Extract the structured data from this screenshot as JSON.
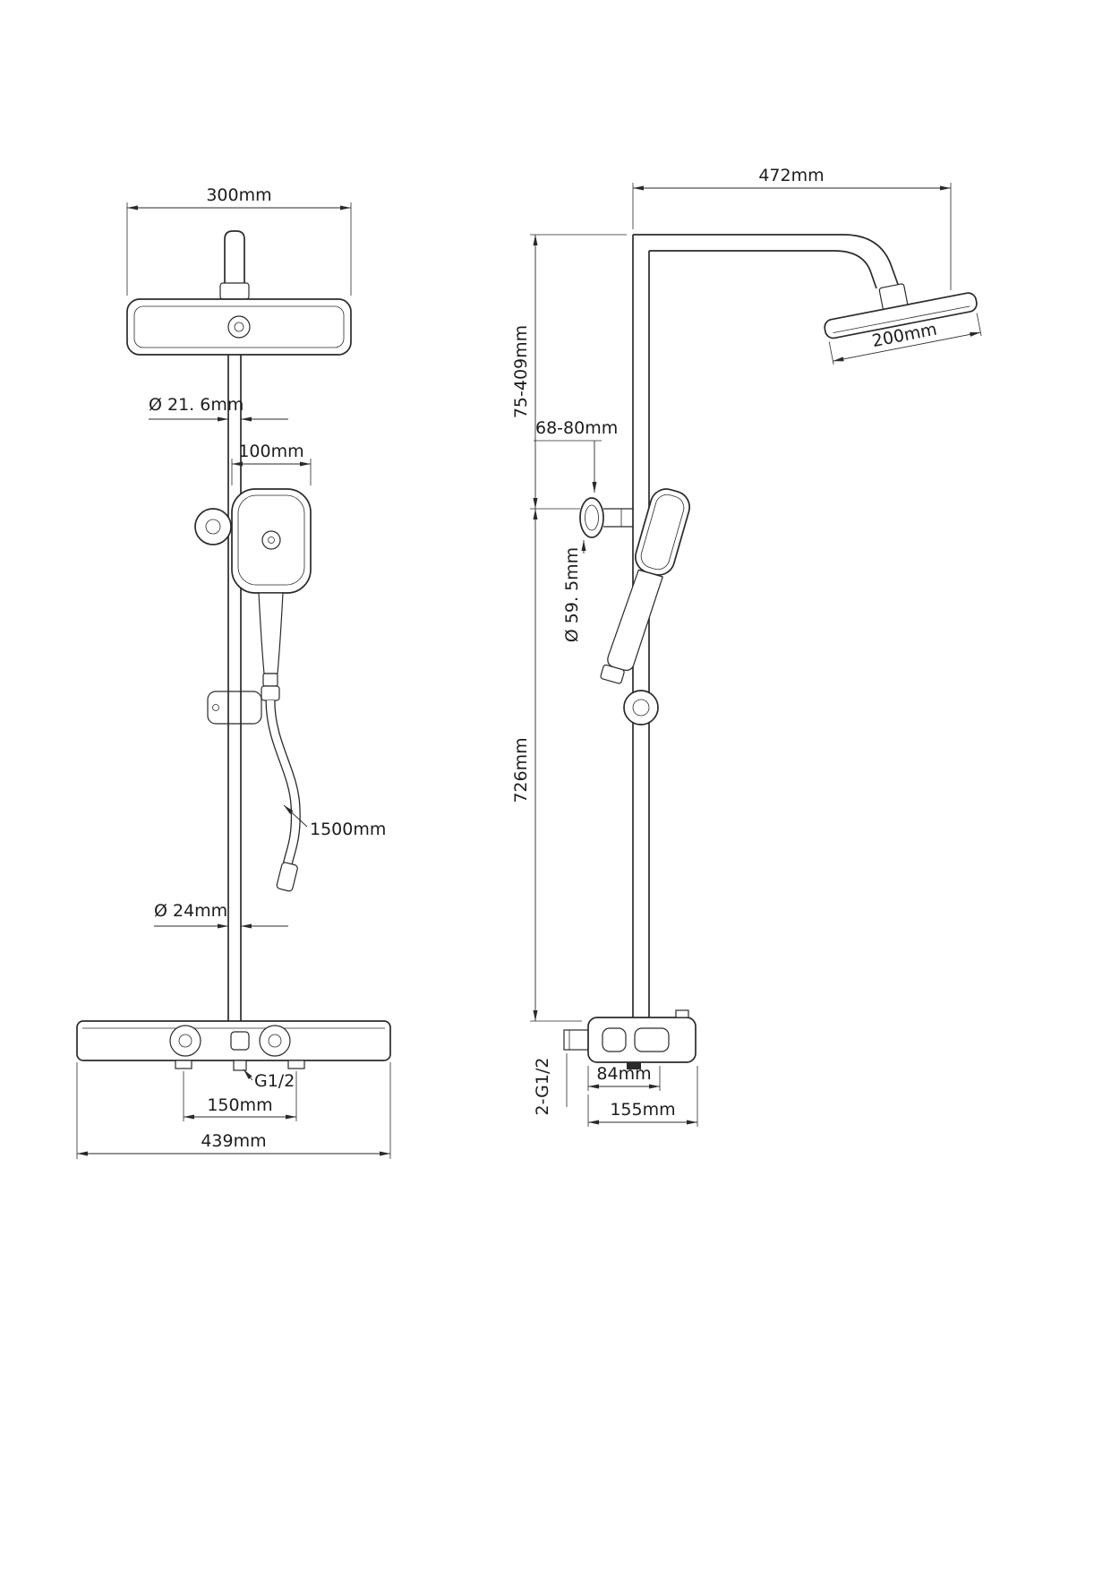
{
  "colors": {
    "line": "#2a2a2a",
    "text": "#1c1c1c",
    "background": "#ffffff"
  },
  "front": {
    "head_width": "300mm",
    "pipe_diameter": "Ø 21. 6mm",
    "handshower_width": "100mm",
    "hose_length": "1500mm",
    "lower_pipe_diameter": "Ø 24mm",
    "outlet_thread": "G1/2",
    "valve_spacing": "150mm",
    "total_width": "439mm"
  },
  "side": {
    "arm_reach": "472mm",
    "head_depth": "200mm",
    "height_range": "75-409mm",
    "bracket_offset": "68-80mm",
    "flange_diameter": "Ø 59. 5mm",
    "pipe_height": "726mm",
    "inlet_thread": "2-G1/2",
    "inlet_spacing": "84mm",
    "valve_width": "155mm"
  }
}
